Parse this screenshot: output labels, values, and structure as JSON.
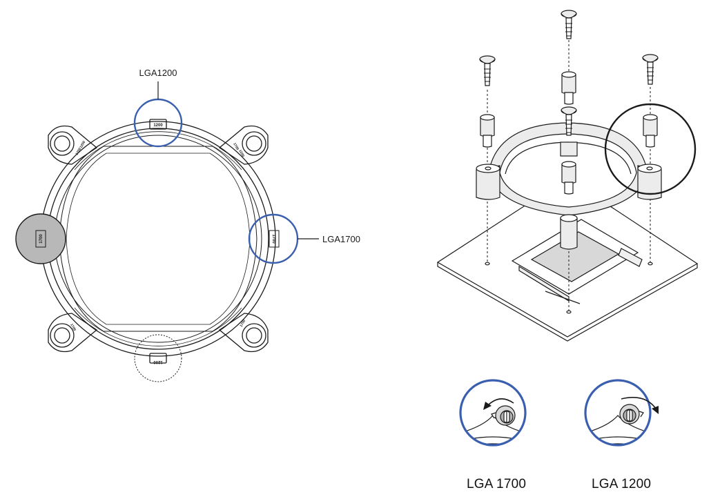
{
  "callouts": {
    "top": "LGA1200",
    "right": "LGA1700"
  },
  "ring_marks": {
    "top": "1200",
    "bottom": "1200",
    "left": "1700",
    "right": "1700",
    "ear": "1700",
    "ear_alt": "1200"
  },
  "captions": {
    "left": "LGA 1700",
    "right": "LGA 1200"
  },
  "colors": {
    "highlight_blue": "#3a5fae",
    "line": "#1a1a1a",
    "gray_fill": "#b8b8b8"
  },
  "icons": {
    "rotate_counterclockwise": "rotate-ccw-arrow-icon",
    "rotate_clockwise": "rotate-cw-arrow-icon"
  }
}
